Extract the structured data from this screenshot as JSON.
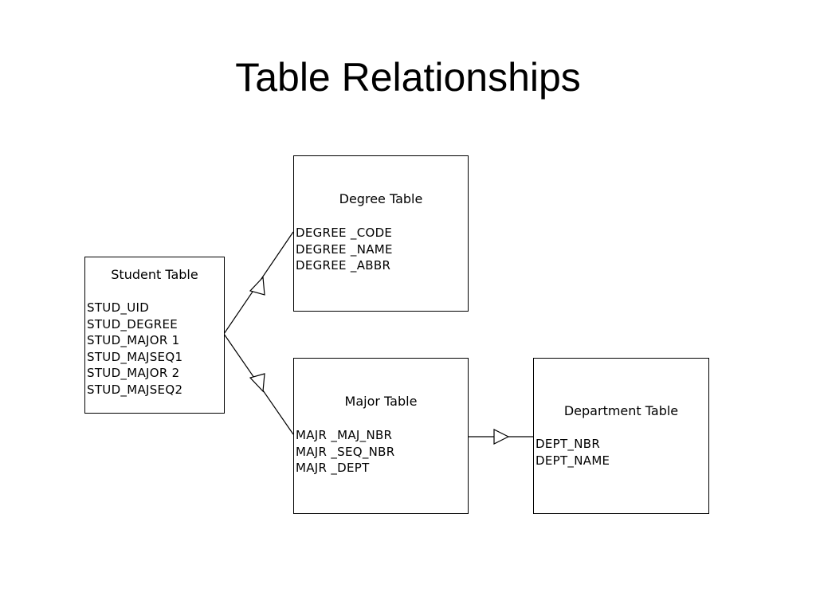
{
  "title": "Table Relationships",
  "tables": {
    "student": {
      "name": "Student Table",
      "fields": [
        "STUD_UID",
        "STUD_DEGREE",
        "STUD_MAJOR 1",
        "STUD_MAJSEQ1",
        "STUD_MAJOR 2",
        "STUD_MAJSEQ2"
      ]
    },
    "degree": {
      "name": "Degree Table",
      "fields": [
        "DEGREE _CODE",
        "DEGREE _NAME",
        "DEGREE _ABBR"
      ]
    },
    "major": {
      "name": "Major Table",
      "fields": [
        "MAJR _MAJ_NBR",
        "MAJR _SEQ_NBR",
        "MAJR _DEPT"
      ]
    },
    "department": {
      "name": "Department Table",
      "fields": [
        "DEPT_NBR",
        "DEPT_NAME"
      ]
    }
  },
  "relationships": [
    {
      "from": "student",
      "to": "degree",
      "arrow": "hollow-triangle"
    },
    {
      "from": "student",
      "to": "major",
      "arrow": "hollow-triangle"
    },
    {
      "from": "major",
      "to": "department",
      "arrow": "hollow-triangle"
    }
  ]
}
